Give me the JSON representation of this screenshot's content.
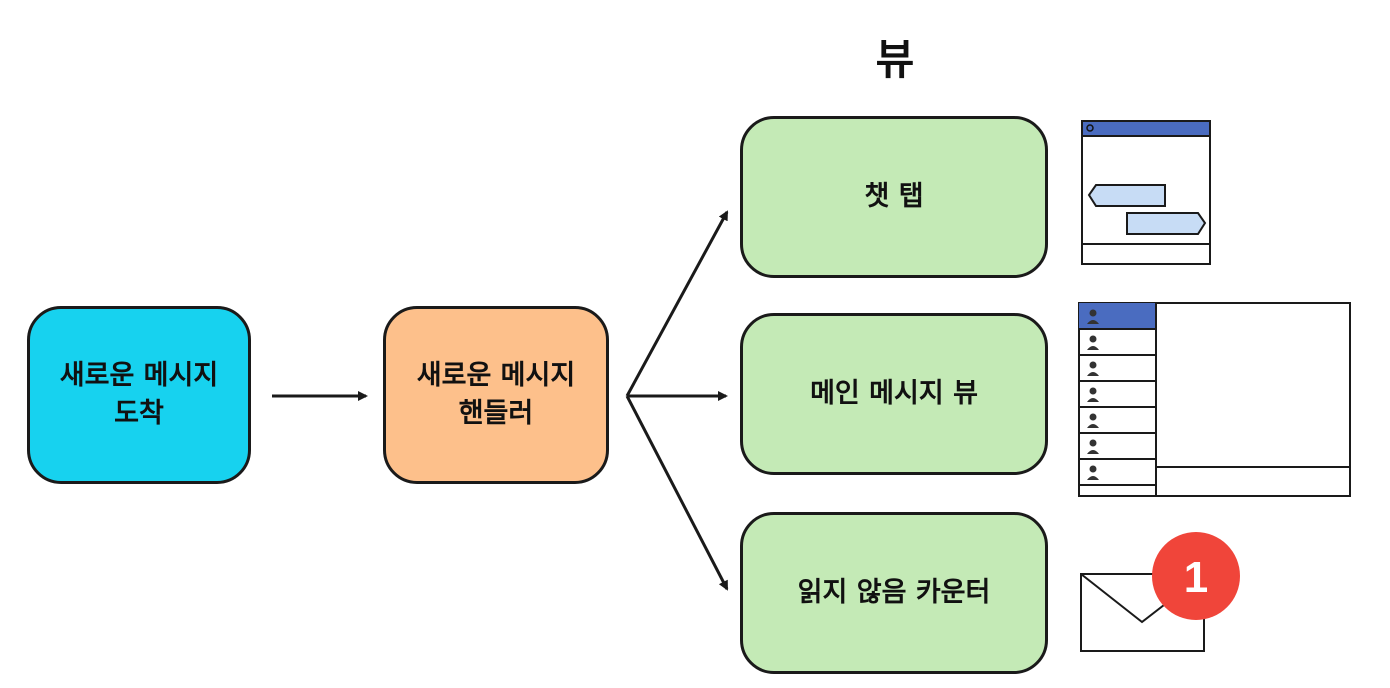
{
  "diagram": {
    "title": "뷰",
    "nodes": {
      "arrival": {
        "line1": "새로운 메시지",
        "line2": "도착",
        "color": "#17d2ef"
      },
      "handler": {
        "line1": "새로운 메시지",
        "line2": "핸들러",
        "color": "#fdc08b"
      },
      "chat_tab": {
        "label": "챗 탭",
        "color": "#c4eab6"
      },
      "main_view": {
        "label": "메인 메시지 뷰",
        "color": "#c4eab6"
      },
      "unread_counter": {
        "label": "읽지 않음 카운터",
        "color": "#c4eab6"
      }
    },
    "badge": {
      "count": "1",
      "color": "#f0453a"
    },
    "colors": {
      "stroke": "#1a1a1a",
      "window_bar": "#4a6cc0",
      "bubble": "#c7dcf5"
    },
    "icons": {
      "chat_window": "chat-window-icon",
      "message_list": "message-list-icon",
      "envelope": "envelope-icon"
    }
  }
}
